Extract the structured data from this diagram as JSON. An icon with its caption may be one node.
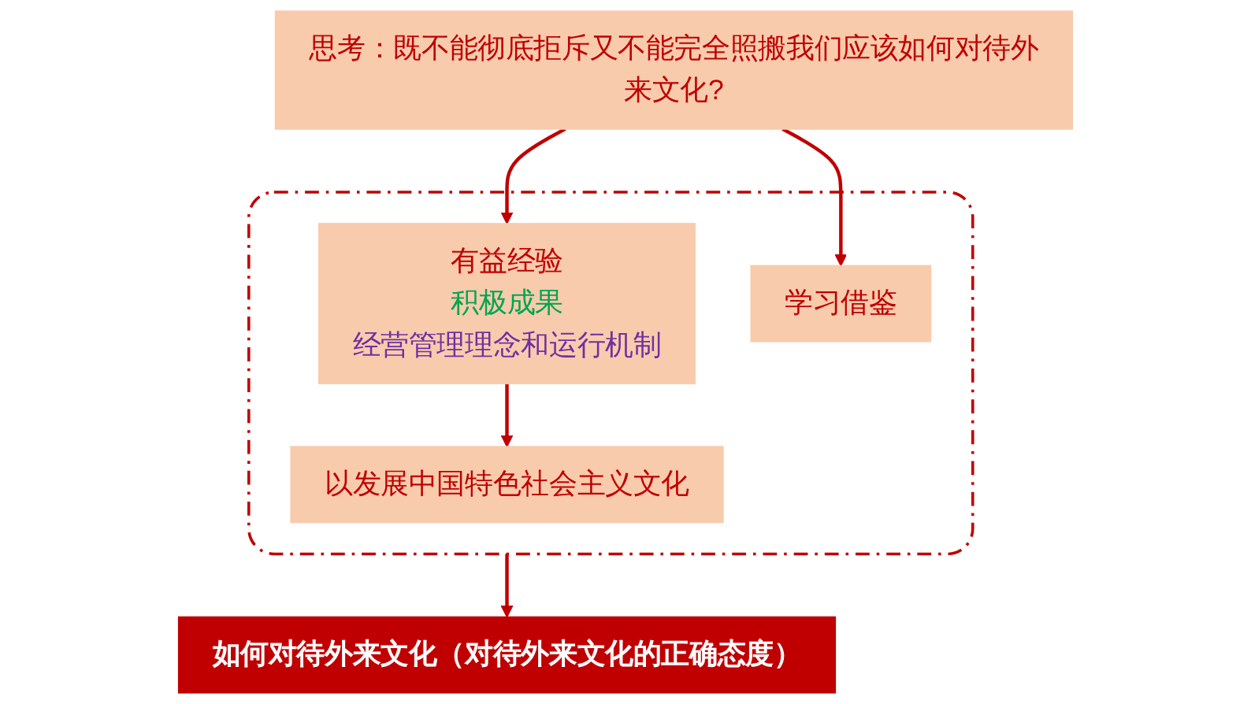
{
  "diagram": {
    "nodes": [
      {
        "text": [
          "思考：既不能彻底拒斥又不能完全照搬我们应该如何对待外来文化?"
        ]
      },
      {
        "text": [],
        "shape": "box"
      },
      {
        "text": [
          "学习借鉴"
        ],
        "in": 1
      },
      {
        "text": [
          "有益经验",
          "积极成果",
          "经营管理理念和运行机制"
        ],
        "in": 1
      },
      {
        "text": [
          "以发展中国特色社会主义文化"
        ],
        "in": 1
      },
      {
        "text": [
          "如何对待外来文化（对待外来文化的正确态度）"
        ]
      }
    ],
    "edges": [
      {
        "from": 0,
        "to": 2,
        "arrow": "to"
      },
      {
        "from": 0,
        "to": 3,
        "arrow": "to"
      },
      {
        "from": 3,
        "to": 4,
        "arrow": "to"
      },
      {
        "from": 1,
        "to": 5,
        "arrow": "to"
      }
    ]
  }
}
